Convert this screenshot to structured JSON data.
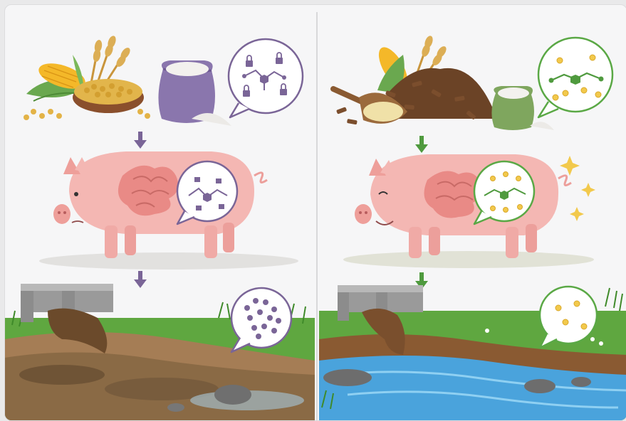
{
  "panels": [
    {
      "id": "conventional",
      "feed": [
        "corn",
        "wheat",
        "soybeans",
        "phosphate-mineral-sack"
      ],
      "phosphorus_callout": "phytate-bound-phosphorus-locked",
      "pig_mood": "neutral",
      "outcome": "polluted-muddy-stream",
      "accent_color": "#7a6597"
    },
    {
      "id": "improved",
      "feed": [
        "corn",
        "wheat",
        "pelleted-feed",
        "soybean-scoop",
        "phytase-enzyme-sack"
      ],
      "phosphorus_callout": "phosphorus-released-available",
      "pig_mood": "happy",
      "outcome": "clean-blue-stream",
      "accent_color": "#5aa845"
    }
  ],
  "colors": {
    "arrow_left": "#7a6597",
    "arrow_right": "#4f9a3e",
    "pig_body": "#f4b7b3",
    "intestine": "#e98a86",
    "molecule_purple": "#7a6597",
    "molecule_green": "#4f9a3e",
    "phosphate_yellow": "#f2c94c",
    "grass": "#5fa740",
    "muddy_water": "#8a6a45",
    "clean_water": "#4aa3dc"
  }
}
